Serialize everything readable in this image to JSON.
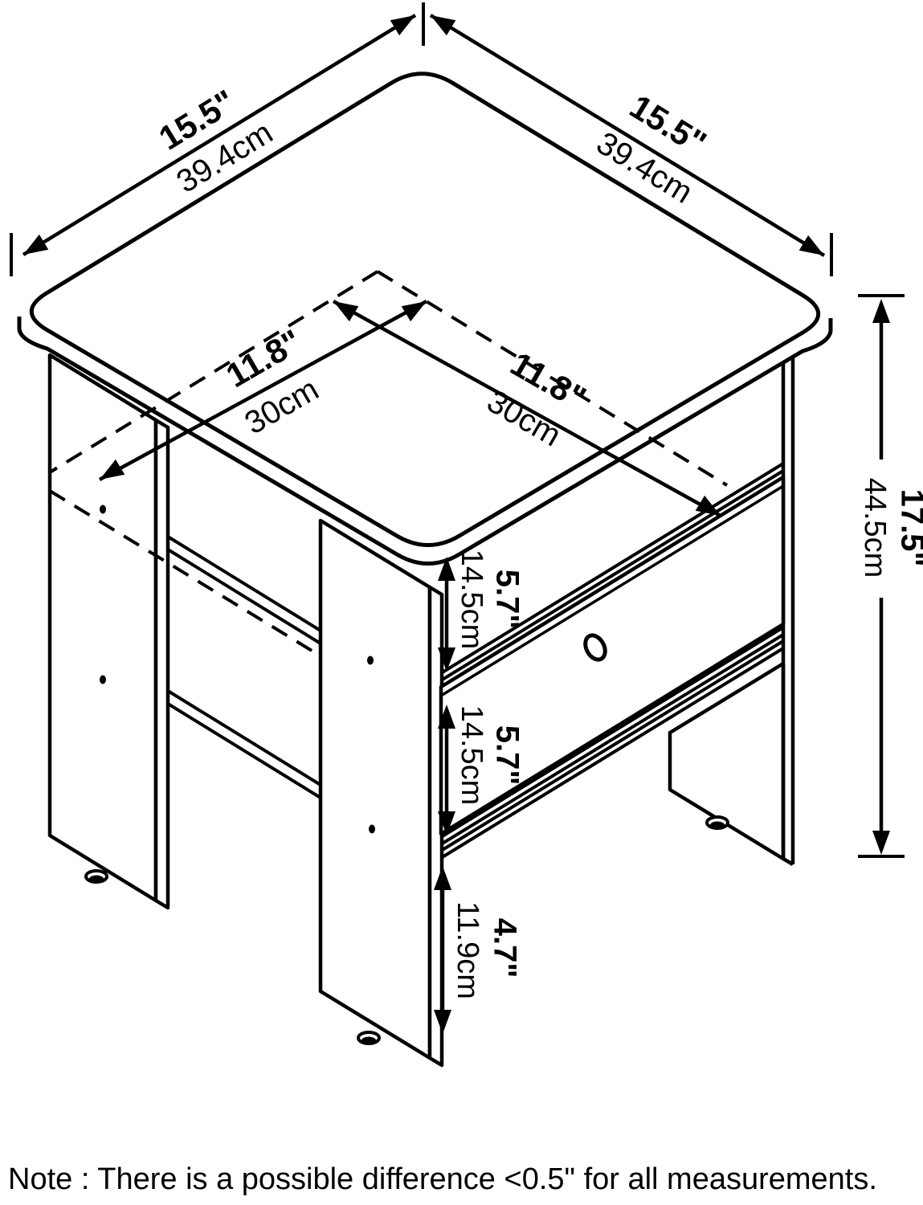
{
  "background": "#ffffff",
  "line_color": "#000000",
  "note": "Note : There is a possible difference <0.5\" for all measurements.",
  "dimensions": {
    "top_left_edge": {
      "inches": "15.5\"",
      "cm": "39.4cm"
    },
    "top_right_edge": {
      "inches": "15.5\"",
      "cm": "39.4cm"
    },
    "inner_left": {
      "inches": "11.8\"",
      "cm": "30cm"
    },
    "inner_right": {
      "inches": "11.8\"",
      "cm": "30cm"
    },
    "overall_height": {
      "inches": "17.5\"",
      "cm": "44.5cm"
    },
    "upper_bay_height": {
      "inches": "5.7\"",
      "cm": "14.5cm"
    },
    "drawer_bay_height": {
      "inches": "5.7\"",
      "cm": "14.5cm"
    },
    "bottom_bay_height": {
      "inches": "4.7\"",
      "cm": "11.9cm"
    }
  }
}
